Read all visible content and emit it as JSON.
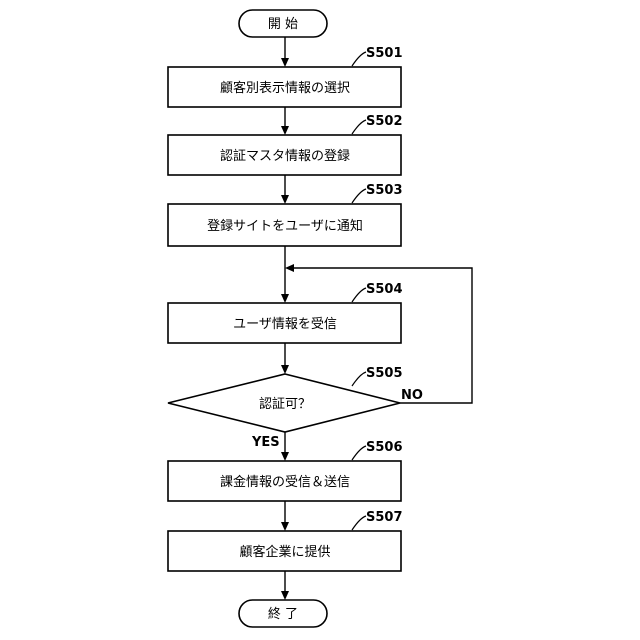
{
  "start": "開 始",
  "end": "終 了",
  "steps": [
    {
      "id": "S501",
      "label": "顧客別表示情報の選択"
    },
    {
      "id": "S502",
      "label": "認証マスタ情報の登録"
    },
    {
      "id": "S503",
      "label": "登録サイトをユーザに通知"
    },
    {
      "id": "S504",
      "label": "ユーザ情報を受信"
    }
  ],
  "decision": {
    "id": "S505",
    "label": "認証可？",
    "no": "NO",
    "yes": "YES"
  },
  "after": [
    {
      "id": "S506",
      "label": "課金情報の受信＆送信"
    },
    {
      "id": "S507",
      "label": "顧客企業に提供"
    }
  ]
}
